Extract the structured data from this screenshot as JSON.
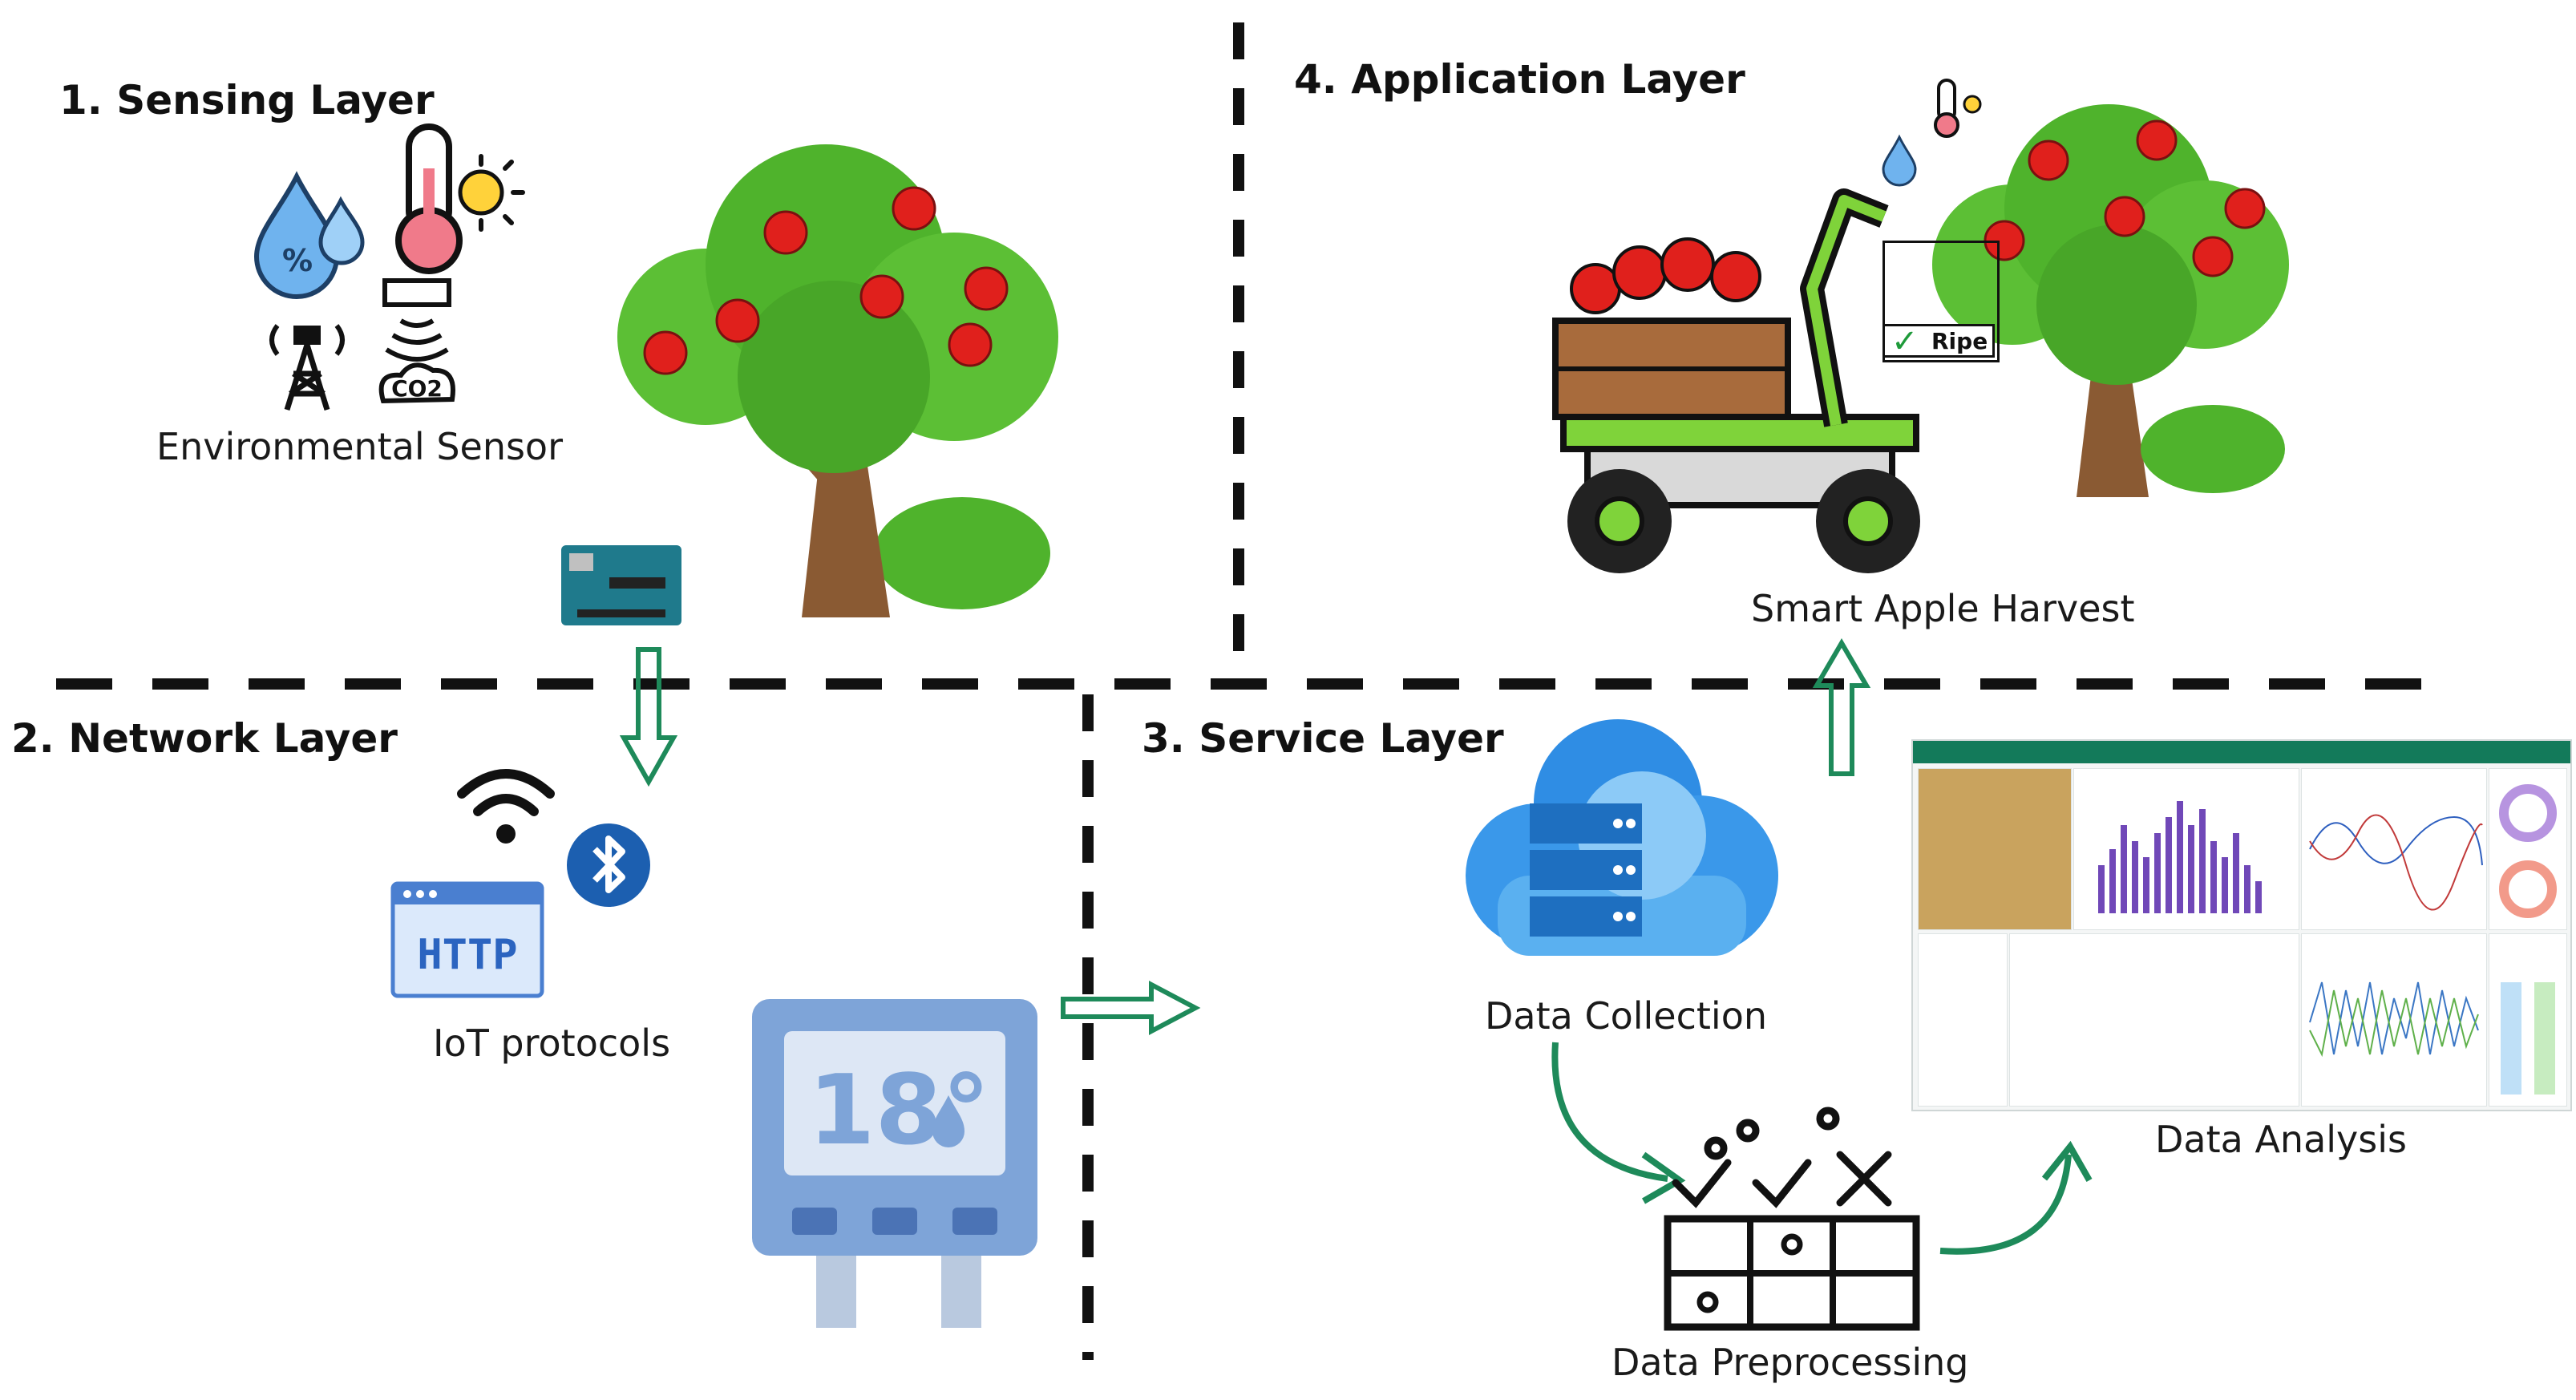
{
  "layers": {
    "sensing": "1. Sensing Layer",
    "network": "2. Network Layer",
    "service": "3. Service Layer",
    "application": "4. Application Layer"
  },
  "captions": {
    "environmental_sensor": "Environmental Sensor",
    "iot_protocols": "IoT protocols",
    "data_collection": "Data Collection",
    "data_preprocessing": "Data Preprocessing",
    "data_analysis": "Data Analysis",
    "smart_apple_harvest": "Smart Apple Harvest"
  },
  "icons": {
    "http_label": "HTTP",
    "co2_label": "CO2",
    "thermostat_reading": "18°",
    "ripe_label": "Ripe"
  },
  "colors": {
    "leaf_green": "#4fb32c",
    "apple_red": "#e0201c",
    "trunk_brown": "#8a5a33",
    "arrow_green": "#1e8a5a",
    "sensor_blue": "#5fa8e6",
    "thermostat_blue": "#7ea4d8",
    "cloud_blue": "#2f8de4"
  }
}
